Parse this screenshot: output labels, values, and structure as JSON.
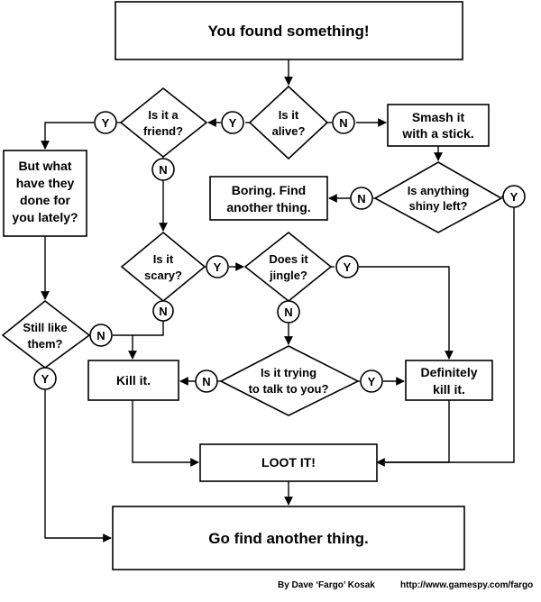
{
  "nodes": {
    "start": "You found something!",
    "alive": [
      "Is it",
      "alive?"
    ],
    "friend": [
      "Is it a",
      "friend?"
    ],
    "smash": [
      "Smash it",
      "with a stick."
    ],
    "shiny": [
      "Is anything",
      "shiny left?"
    ],
    "boring": [
      "Boring. Find",
      "another thing."
    ],
    "lately": [
      "But what",
      "have they",
      "done for",
      "you lately?"
    ],
    "scary": [
      "Is it",
      "scary?"
    ],
    "jingle": [
      "Does it",
      "jingle?"
    ],
    "like_them": [
      "Still like",
      "them?"
    ],
    "talk": [
      "Is it trying",
      "to talk to you?"
    ],
    "kill": "Kill it.",
    "definitely": [
      "Definitely",
      "kill it."
    ],
    "loot": "LOOT IT!",
    "go_find": "Go find another thing."
  },
  "labels": {
    "yes": "Y",
    "no": "N"
  },
  "footer": {
    "author": "By Dave ‘Fargo’ Kosak",
    "url": "http://www.gamespy.com/fargo"
  }
}
